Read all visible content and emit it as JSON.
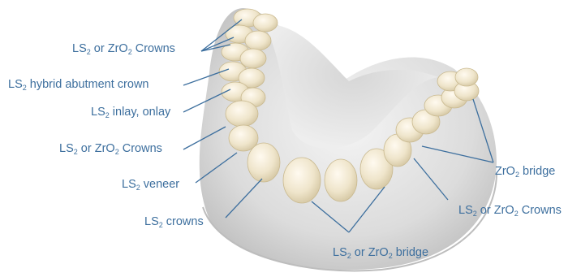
{
  "labels": {
    "crowns_top": {
      "pre": "LS",
      "s1": "2",
      "mid": " or ZrO",
      "s2": "2",
      "post": " Crowns"
    },
    "hybrid": {
      "pre": "LS",
      "s1": "2",
      "post": " hybrid abutment crown"
    },
    "inlay": {
      "pre": "LS",
      "s1": "2",
      "post": " inlay, onlay"
    },
    "crowns_mid": {
      "pre": "LS",
      "s1": "2",
      "mid": " or ZrO",
      "s2": "2",
      "post": " Crowns"
    },
    "veneer": {
      "pre": "LS",
      "s1": "2",
      "post": " veneer"
    },
    "crowns_ls": {
      "pre": "LS",
      "s1": "2",
      "post": " crowns"
    },
    "bridge_front": {
      "pre": "LS",
      "s1": "2",
      "mid": " or ZrO",
      "s2": "2",
      "post": " bridge"
    },
    "crowns_right": {
      "pre": "LS",
      "s1": "2",
      "mid": " or ZrO",
      "s2": "2",
      "post": " Crowns"
    },
    "zro_bridge": {
      "pre": "ZrO",
      "s1": "2",
      "post": " bridge"
    }
  },
  "colors": {
    "label_text": "#3d6f9e",
    "leader_line": "#3d6f9e",
    "model_base": "#d9d9d9",
    "tooth": "#f1e9d2"
  }
}
